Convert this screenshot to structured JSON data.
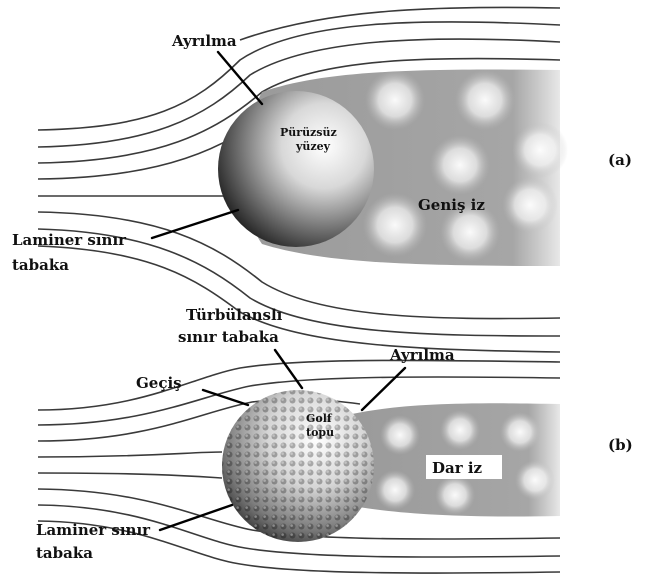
{
  "panel_a": {
    "tag": "(a)",
    "separation": "Ayrılma",
    "smooth_surface_line1": "Pürüzsüz",
    "smooth_surface_line2": "yüzey",
    "wide_wake": "Geniş iz",
    "laminar_line1": "Laminer sınır",
    "laminar_line2": "tabaka"
  },
  "panel_b": {
    "tag": "(b)",
    "turbulent_line1": "Türbülanslı",
    "turbulent_line2": "sınır tabaka",
    "separation": "Ayrılma",
    "transition": "Geçiş",
    "golf_line1": "Golf",
    "golf_line2": "topu",
    "narrow_wake": "Dar iz",
    "laminar_line1": "Laminer sınır",
    "laminar_line2": "tabaka"
  }
}
